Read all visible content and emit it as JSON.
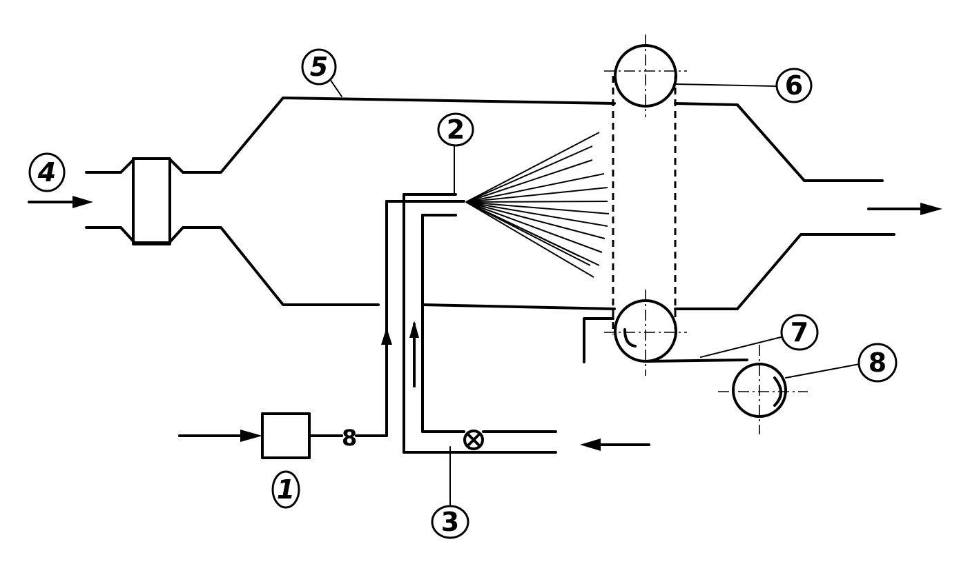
{
  "labels": {
    "l1": "1",
    "l2": "2",
    "l3": "3",
    "l4": "4",
    "l5": "5",
    "l6": "6",
    "l7": "7",
    "l8": "8",
    "valve_mark": "8"
  }
}
